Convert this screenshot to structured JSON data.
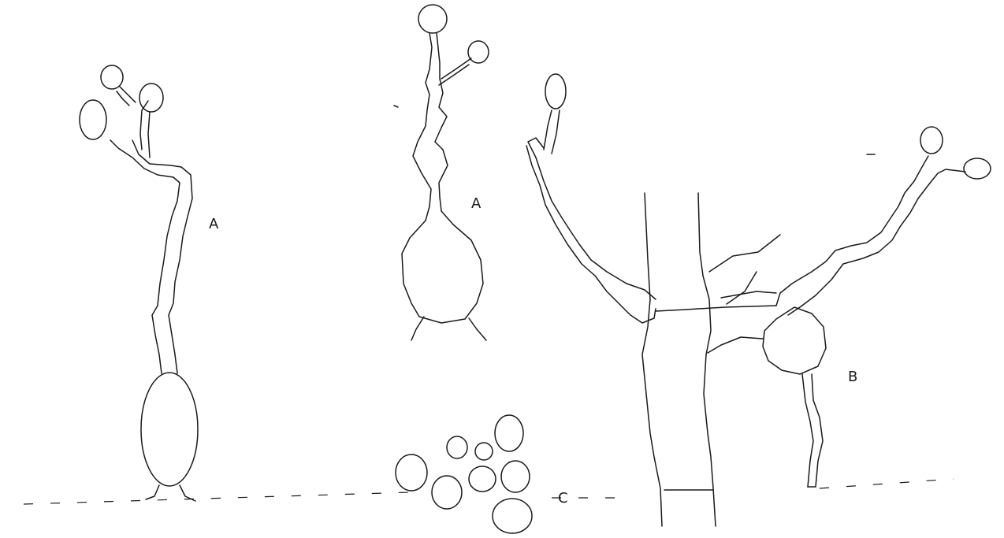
{
  "labels": {
    "cell_a_left": "A",
    "cell_a_middle": "A",
    "cell_b": "B",
    "cluster_c": "C"
  }
}
